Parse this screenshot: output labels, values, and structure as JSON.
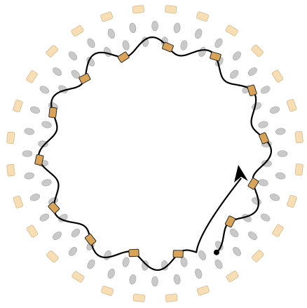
{
  "colors": {
    "background": "#ffffff",
    "outer_tiles": "#f7deb5",
    "outer_tiles_stroke": "#d9b98a",
    "inner_ovals": "#c9c9c9",
    "inner_ovals_stroke": "#a5a5a5",
    "path_tiles": "#d9a45a",
    "path_tiles_stroke": "#1a1a1a",
    "path": "#000000",
    "arrow": "#000000",
    "start_dot": "#000000"
  },
  "diagram": {
    "outer_tile_count": 28,
    "oval_ring_count": 2,
    "ovals_per_ring": 36,
    "path_tile_count": 14,
    "path_wave_count": 12,
    "start_marker": "dot",
    "end_marker": "arrowhead"
  },
  "icons": {
    "start": "dot-icon",
    "end": "arrowhead-icon"
  }
}
